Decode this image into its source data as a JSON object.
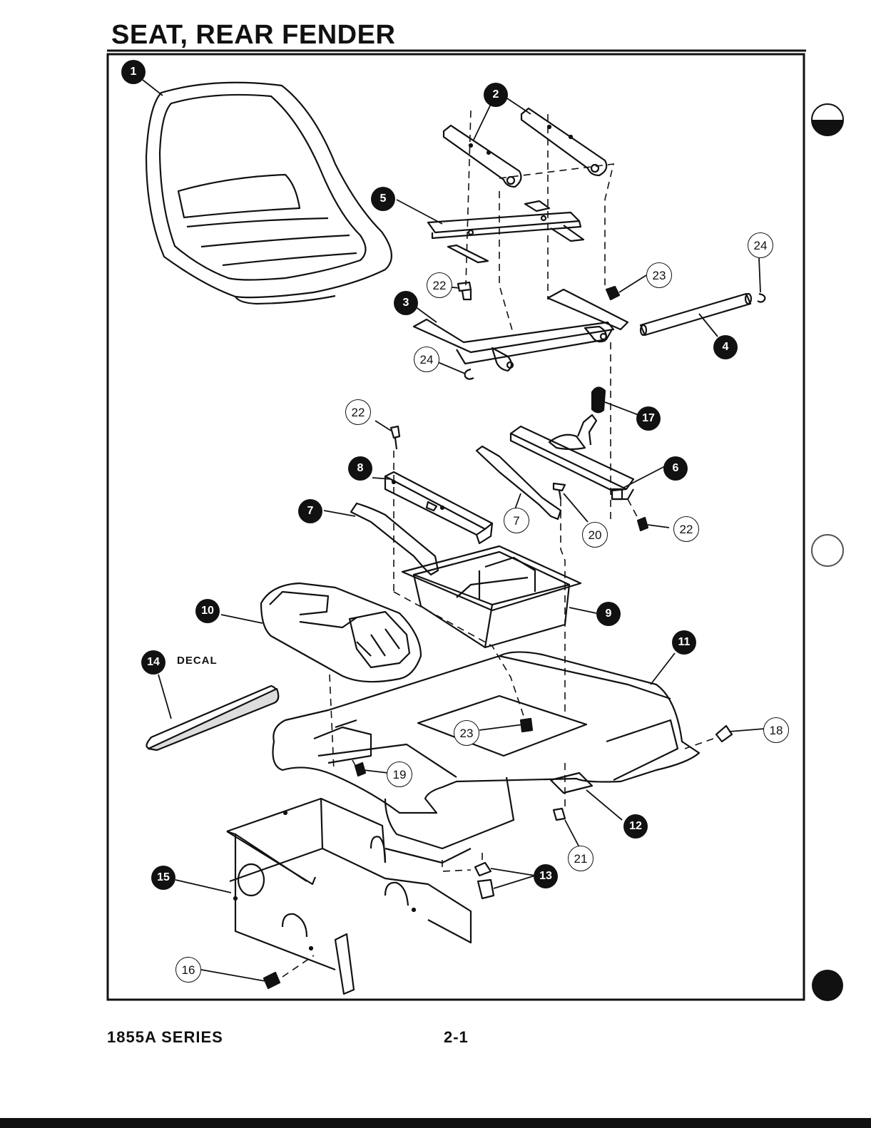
{
  "title": "SEAT, REAR FENDER",
  "footer": {
    "series": "1855A SERIES",
    "page": "2-1"
  },
  "decal_label": "DECAL",
  "callouts": [
    {
      "id": "c1",
      "text": "1",
      "style": "filled"
    },
    {
      "id": "c2",
      "text": "2",
      "style": "filled"
    },
    {
      "id": "c3",
      "text": "3",
      "style": "filled"
    },
    {
      "id": "c4",
      "text": "4",
      "style": "filled"
    },
    {
      "id": "c5",
      "text": "5",
      "style": "filled"
    },
    {
      "id": "c6",
      "text": "6",
      "style": "filled"
    },
    {
      "id": "c7a",
      "text": "7",
      "style": "filled"
    },
    {
      "id": "c7b",
      "text": "7",
      "style": "outline"
    },
    {
      "id": "c8",
      "text": "8",
      "style": "filled"
    },
    {
      "id": "c9",
      "text": "9",
      "style": "filled"
    },
    {
      "id": "c10",
      "text": "10",
      "style": "filled"
    },
    {
      "id": "c11",
      "text": "11",
      "style": "filled"
    },
    {
      "id": "c12",
      "text": "12",
      "style": "filled"
    },
    {
      "id": "c13",
      "text": "13",
      "style": "filled"
    },
    {
      "id": "c14",
      "text": "14",
      "style": "filled"
    },
    {
      "id": "c15",
      "text": "15",
      "style": "filled"
    },
    {
      "id": "c16",
      "text": "16",
      "style": "outline"
    },
    {
      "id": "c17",
      "text": "17",
      "style": "filled"
    },
    {
      "id": "c18",
      "text": "18",
      "style": "outline"
    },
    {
      "id": "c19",
      "text": "19",
      "style": "outline"
    },
    {
      "id": "c20",
      "text": "20",
      "style": "outline"
    },
    {
      "id": "c21",
      "text": "21",
      "style": "outline"
    },
    {
      "id": "c22a",
      "text": "22",
      "style": "outline"
    },
    {
      "id": "c22b",
      "text": "22",
      "style": "outline"
    },
    {
      "id": "c22c",
      "text": "22",
      "style": "outline"
    },
    {
      "id": "c23a",
      "text": "23",
      "style": "outline"
    },
    {
      "id": "c23b",
      "text": "23",
      "style": "outline"
    },
    {
      "id": "c24a",
      "text": "24",
      "style": "outline"
    },
    {
      "id": "c24b",
      "text": "24",
      "style": "outline"
    }
  ]
}
